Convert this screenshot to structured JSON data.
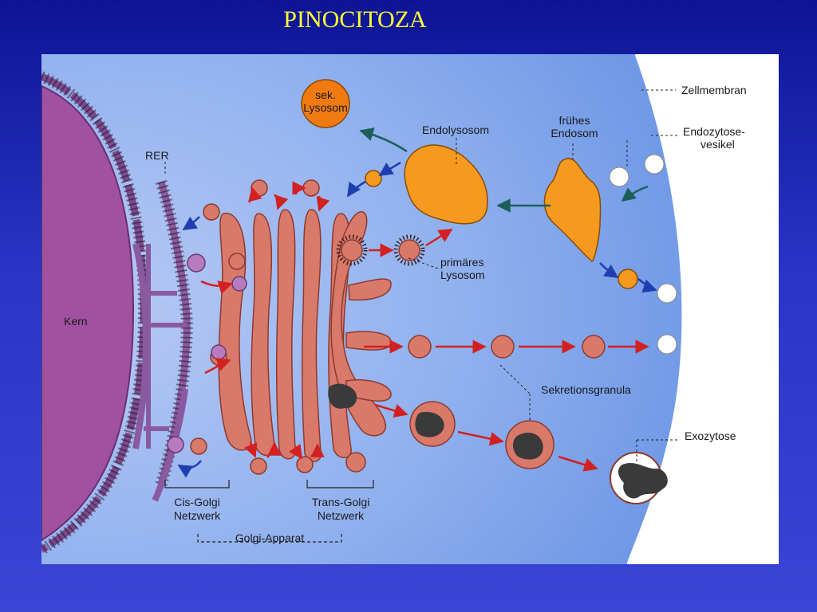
{
  "slide": {
    "title": "PINOCITOZA"
  },
  "diagram": {
    "labels": {
      "zellmembran": "Zellmembran",
      "endozytose_1": "Endozytose-",
      "endozytose_2": "vesikel",
      "fruehes_1": "frühes",
      "fruehes_2": "Endosom",
      "endolysosom": "Endolysosom",
      "sek_1": "sek.",
      "sek_2": "Lysosom",
      "rer": "RER",
      "kern": "Kern",
      "primaeres_1": "primäres",
      "primaeres_2": "Lysosom",
      "sekretionsgranula": "Sekretionsgranula",
      "exozytose": "Exozytose",
      "cis_1": "Cis-Golgi",
      "cis_2": "Netzwerk",
      "trans_1": "Trans-Golgi",
      "trans_2": "Netzwerk",
      "golgi_apparat": "Golgi-Apparat"
    },
    "colors": {
      "cytoplasm": "#8aaef0",
      "nucleus": "#9a4f9c",
      "rer": "#8a5aa0",
      "golgi": "#d9796a",
      "endosome": "#f59a1e",
      "lysosome": "#f07a10",
      "vesicle": "#d9796a",
      "arrow_red": "#d32020",
      "arrow_blue": "#1f3fb0",
      "arrow_teal": "#1d5e5a"
    }
  }
}
